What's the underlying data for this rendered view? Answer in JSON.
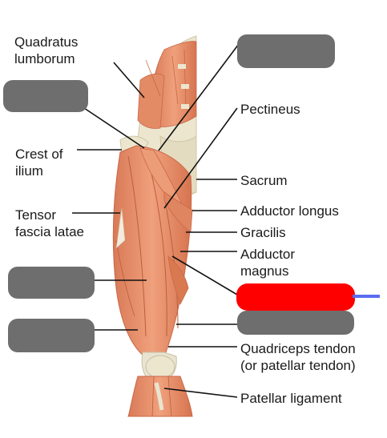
{
  "labels": {
    "quadratus_lumborum": [
      "Quadratus",
      "lumborum"
    ],
    "crest_of_ilium": [
      "Crest of",
      "ilium"
    ],
    "tensor_fascia_latae": [
      "Tensor",
      "fascia latae"
    ],
    "pectineus": "Pectineus",
    "sacrum": "Sacrum",
    "adductor_longus": "Adductor longus",
    "gracilis": "Gracilis",
    "adductor_magnus": [
      "Adductor",
      "magnus"
    ],
    "quadriceps_tendon": [
      "Quadriceps tendon",
      "(or patellar tendon)"
    ],
    "patellar_ligament": "Patellar ligament"
  },
  "colors": {
    "cover_gray": "#6e6e6e",
    "cover_highlight": "#ff0000",
    "accent_line": "#5a6cf0",
    "muscle": "#e8926c",
    "muscle_dark": "#c9684a",
    "tendon": "#e9e4d2",
    "bone": "#ece6cf"
  }
}
